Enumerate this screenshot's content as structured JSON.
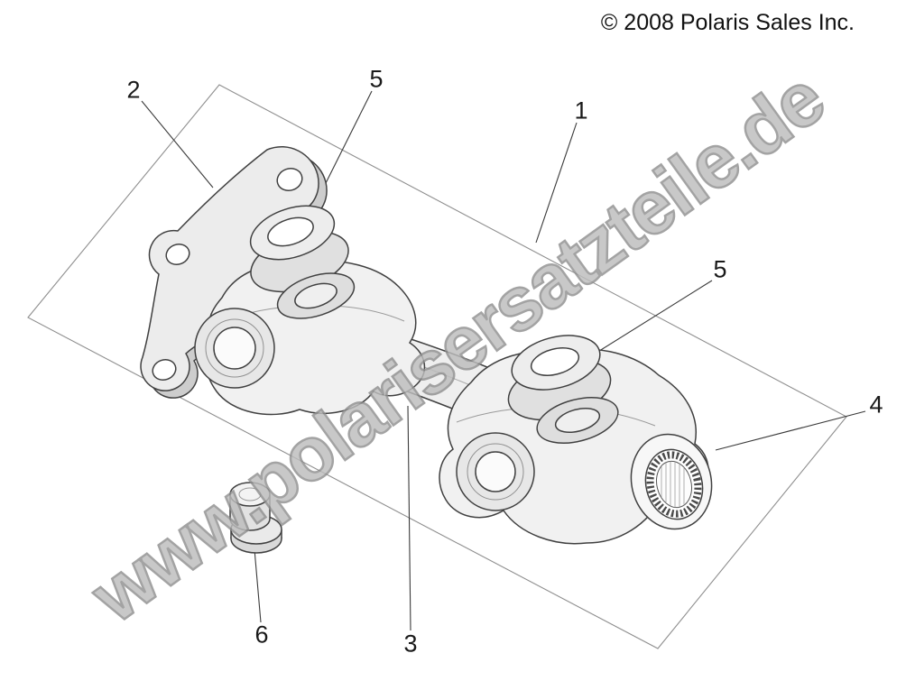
{
  "copyright": "© 2008 Polaris Sales Inc.",
  "watermark": "www.polarisersatzteile.de",
  "callouts": {
    "c1": "1",
    "c2": "2",
    "c3": "3",
    "c4": "4",
    "c5_left": "5",
    "c5_right": "5",
    "c6": "6"
  },
  "colors": {
    "line": "#404040",
    "border": "#8f8f8f",
    "watermark": "#9a9a9a",
    "text": "#111111"
  }
}
